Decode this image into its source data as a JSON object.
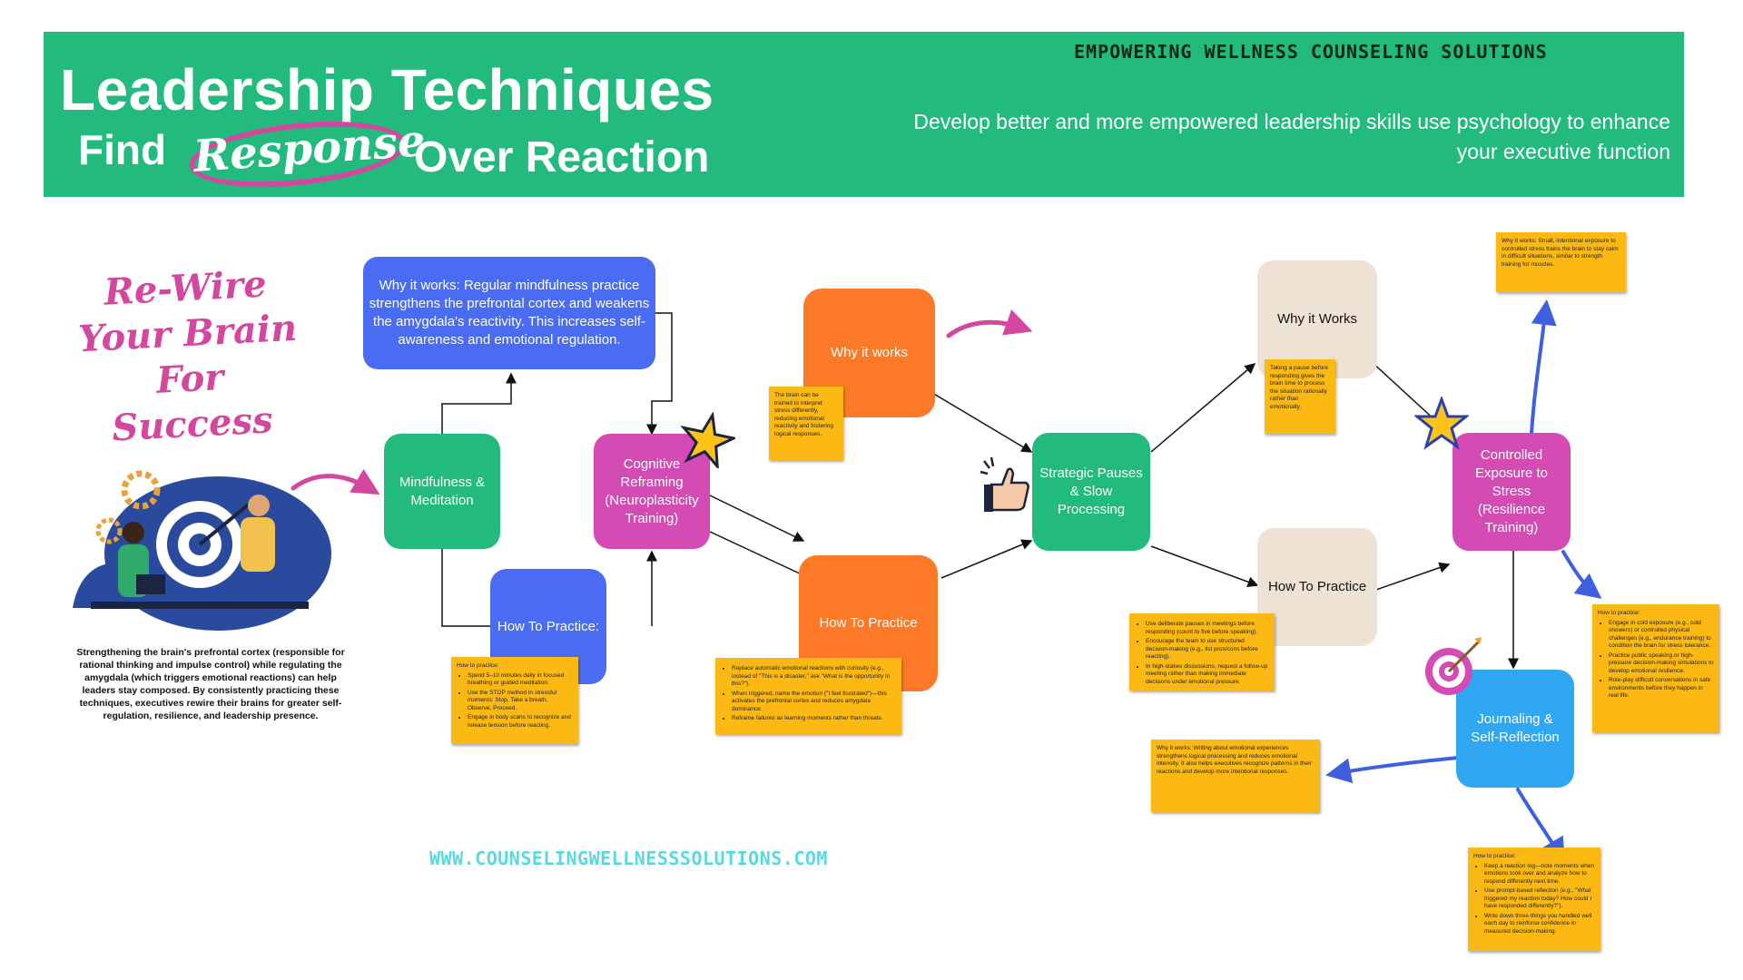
{
  "header": {
    "title_line1": "Leadership Techniques",
    "title_find": "Find",
    "title_response": "Response",
    "title_over": "Over Reaction",
    "brand": "EMPOWERING WELLNESS COUNSELING SOLUTIONS",
    "subtitle": "Develop better and more empowered leadership skills use psychology to enhance your executive function"
  },
  "side": {
    "rewire": "Re-Wire Your Brain For Success",
    "description": "Strengthening the brain's prefrontal cortex (responsible for rational thinking and impulse control) while regulating the amygdala (which triggers emotional reactions) can help leaders stay composed. By consistently practicing these techniques, executives rewire their brains for greater self-regulation, resilience, and leadership presence."
  },
  "website": "WWW.COUNSELINGWELLNESSSOLUTIONS.COM",
  "nodes": {
    "mindfulness": "Mindfulness & Meditation",
    "mindfulness_why": "Why it works: Regular mindfulness practice strengthens the prefrontal cortex and weakens the amygdala's reactivity. This increases self-awareness and emotional regulation.",
    "mindfulness_how": "How To Practice:",
    "cognitive": "Cognitive Reframing (Neuroplasticity Training)",
    "cognitive_why": "Why it works",
    "cognitive_how": "How To Practice",
    "pauses": "Strategic Pauses & Slow Processing",
    "pauses_why": "Why it Works",
    "pauses_how": "How To Practice",
    "exposure": "Controlled Exposure to Stress (Resilience Training)",
    "journaling": "Journaling & Self-Reflection"
  },
  "notes": {
    "mindfulness_how": {
      "title": "How to practice:",
      "items": [
        "Spend 5–10 minutes daily in focused breathing or guided meditation.",
        "Use the STOP method in stressful moments: Stop, Take a breath, Observe, Proceed.",
        "Engage in body scans to recognize and release tension before reacting."
      ]
    },
    "cognitive_why": "The brain can be trained to interpret stress differently, reducing emotional reactivity and fostering logical responses.",
    "cognitive_how": {
      "items": [
        "Replace automatic emotional reactions with curiosity (e.g., instead of \"This is a disaster,\" ask \"What is the opportunity in this?\").",
        "When triggered, name the emotion (\"I feel frustrated\")—this activates the prefrontal cortex and reduces amygdala dominance.",
        "Reframe failures as learning moments rather than threats."
      ]
    },
    "pauses_why": "Taking a pause before responding gives the brain time to process the situation rationally rather than emotionally.",
    "pauses_how": {
      "items": [
        "Use deliberate pauses in meetings before responding (count to five before speaking).",
        "Encourage the team to use structured decision-making (e.g., list pros/cons before reacting).",
        "In high-stakes discussions, request a follow-up meeting rather than making immediate decisions under emotional pressure."
      ]
    },
    "exposure_why": "Why it works: Small, intentional exposure to controlled stress trains the brain to stay calm in difficult situations, similar to strength training for muscles.",
    "exposure_how": {
      "title": "How to practice:",
      "items": [
        "Engage in cold exposure (e.g., cold showers) or controlled physical challenges (e.g., endurance training) to condition the brain for stress tolerance.",
        "Practice public speaking or high-pressure decision-making simulations to develop emotional resilience.",
        "Role-play difficult conversations in safe environments before they happen in real life."
      ]
    },
    "journaling_why": "Why it works: Writing about emotional experiences strengthens logical processing and reduces emotional intensity. It also helps executives recognize patterns in their reactions and develop more intentional responses.",
    "journaling_how": {
      "title": "How to practice:",
      "items": [
        "Keep a reaction log—note moments when emotions took over and analyze how to respond differently next time.",
        "Use prompt-based reflection (e.g., \"What triggered my reaction today? How could I have responded differently?\").",
        "Write down three things you handled well each day to reinforce confidence in measured decision-making."
      ]
    }
  },
  "colors": {
    "banner": "#22bb7d",
    "accent_pink": "#d4479f",
    "note_yellow": "#fdb913",
    "website": "#5ad8e1",
    "arrow_blue": "#3d5fe0"
  },
  "icons": [
    "star-icon",
    "thumbs-up-icon",
    "target-icon",
    "curved-arrow-icon",
    "gear-icon"
  ]
}
